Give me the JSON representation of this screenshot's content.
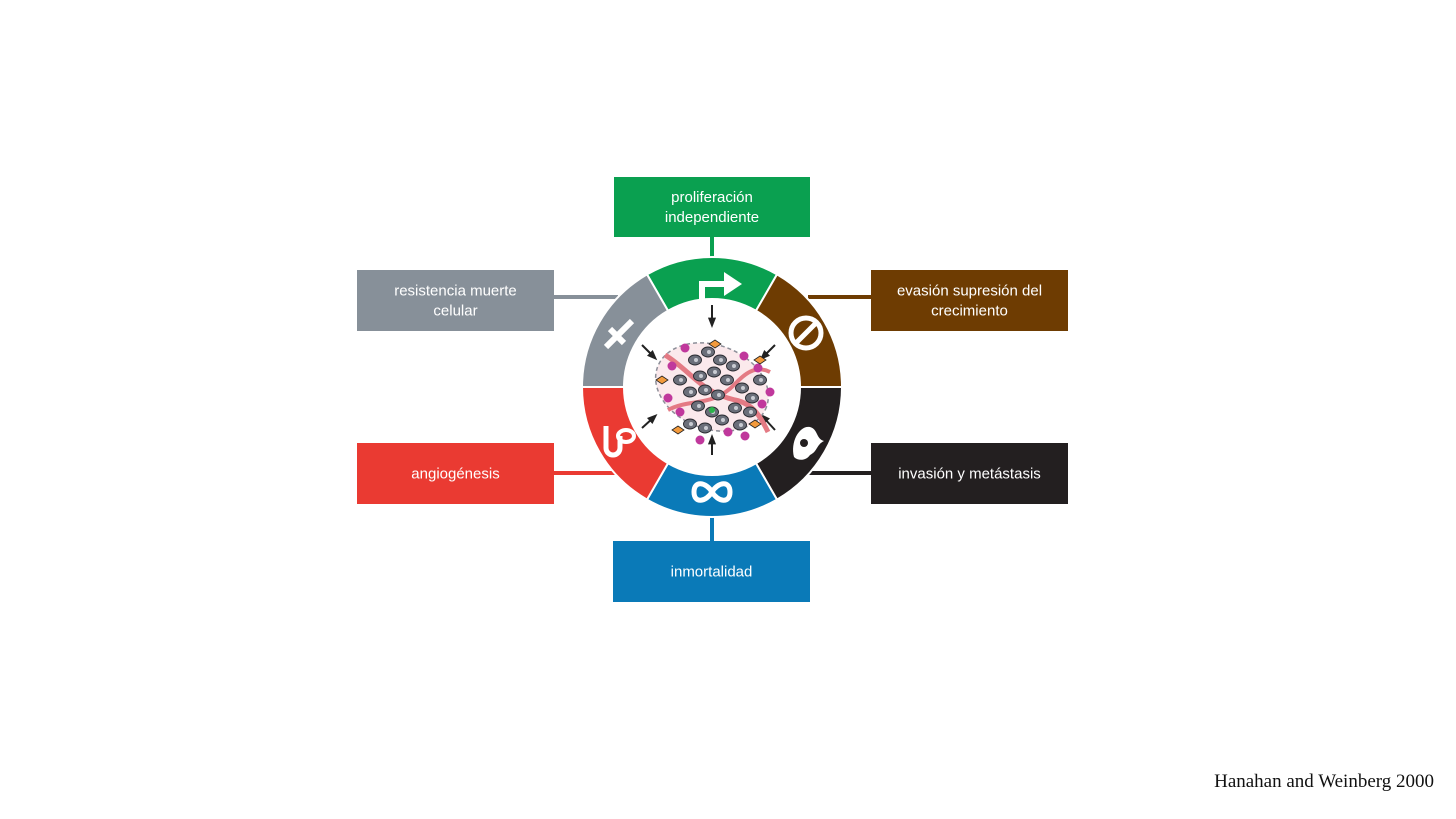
{
  "diagram": {
    "hallmarks": [
      {
        "key": "proliferation",
        "lines": [
          "proliferación",
          "independiente"
        ],
        "color": "#0aa050",
        "icon": "arrow-turn-icon"
      },
      {
        "key": "growth-suppressor-evasion",
        "lines": [
          "evasión supresión del",
          "crecimiento"
        ],
        "color": "#6e3c02",
        "icon": "no-entry-icon"
      },
      {
        "key": "invasion-metastasis",
        "lines": [
          "invasión y metástasis"
        ],
        "color": "#231f20",
        "icon": "migrating-cell-icon"
      },
      {
        "key": "immortality",
        "lines": [
          "inmortalidad"
        ],
        "color": "#0a7ab8",
        "icon": "infinity-icon"
      },
      {
        "key": "angiogenesis",
        "lines": [
          "angiogénesis"
        ],
        "color": "#ea3a32",
        "icon": "blood-vessel-icon"
      },
      {
        "key": "cell-death-resistance",
        "lines": [
          "resistencia muerte",
          "celular"
        ],
        "color": "#879099",
        "icon": "cross-icon"
      }
    ],
    "center": {
      "icon": "tumor-cells-icon"
    }
  },
  "citation": "Hanahan and Weinberg 2000"
}
